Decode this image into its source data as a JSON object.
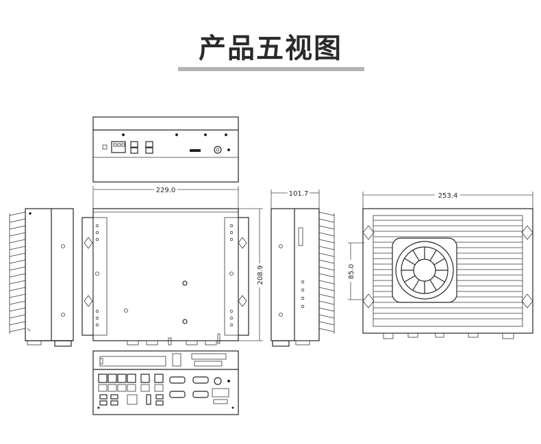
{
  "page": {
    "title": "产品五视图"
  },
  "dimensions": {
    "front_width": "229.0",
    "front_height": "208.9",
    "side_depth": "101.7",
    "top_width": "253.4",
    "fan_offset": "85.0"
  }
}
